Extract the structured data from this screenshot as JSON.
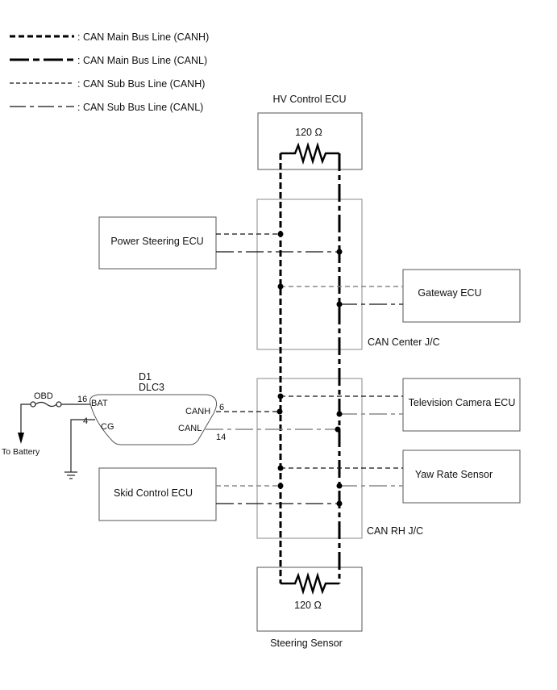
{
  "legend": [
    {
      "style": "main-canh",
      "label": ": CAN Main Bus Line (CANH)"
    },
    {
      "style": "main-canl",
      "label": ": CAN Main Bus Line (CANL)"
    },
    {
      "style": "sub-canh",
      "label": ": CAN Sub Bus Line (CANH)"
    },
    {
      "style": "sub-canl",
      "label": ": CAN Sub Bus Line (CANL)"
    }
  ],
  "components": {
    "hv_control_ecu": {
      "label": "HV Control ECU",
      "resistor": "120 Ω"
    },
    "power_steering_ecu": {
      "label": "Power Steering ECU"
    },
    "gateway_ecu": {
      "label": "Gateway ECU"
    },
    "can_center_jc": {
      "label": "CAN Center J/C"
    },
    "dlc3": {
      "code": "D1",
      "label": "DLC3",
      "pins": {
        "bat": "BAT",
        "cg": "CG",
        "canh": "CANH",
        "canl": "CANL"
      },
      "pin_numbers": {
        "bat": "16",
        "cg": "4",
        "canh": "6",
        "canl": "14"
      }
    },
    "fuse": {
      "label": "OBD"
    },
    "to_battery": {
      "label": "To Battery"
    },
    "television_camera_ecu": {
      "label": "Television Camera ECU"
    },
    "yaw_rate_sensor": {
      "label": "Yaw Rate Sensor"
    },
    "skid_control_ecu": {
      "label": "Skid Control ECU"
    },
    "can_rh_jc": {
      "label": "CAN RH J/C"
    },
    "steering_sensor": {
      "label": "Steering Sensor",
      "resistor": "120 Ω"
    }
  }
}
